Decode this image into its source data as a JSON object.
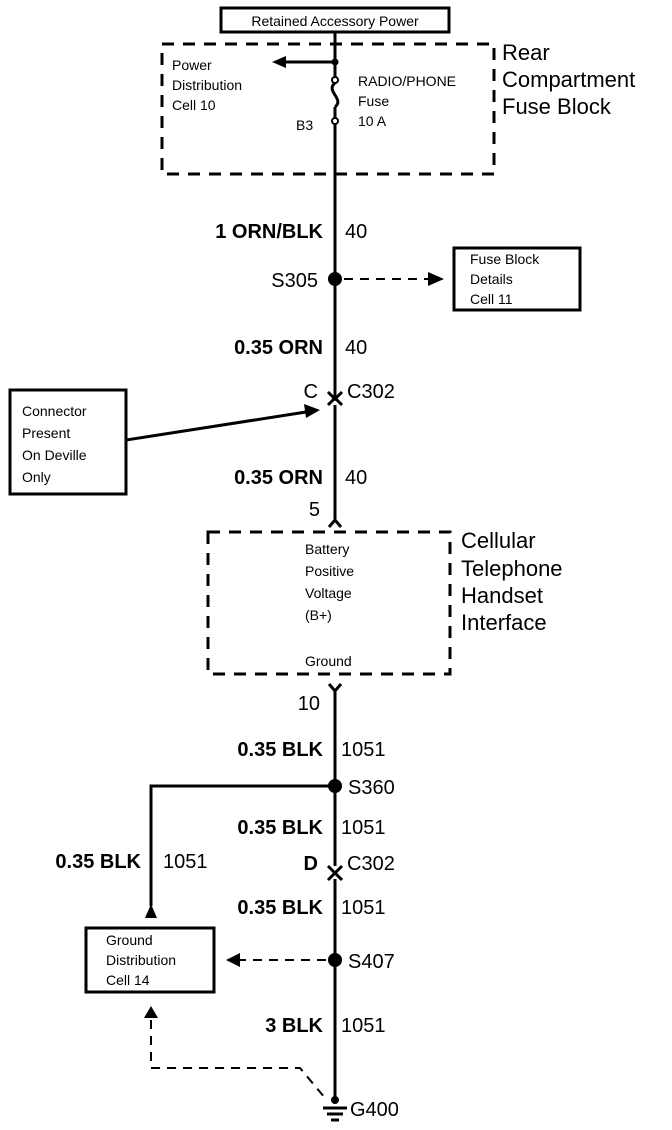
{
  "top_label": "Retained Accessory Power",
  "rear_fuse_block": {
    "name_lines": [
      "Rear",
      "Compartment",
      "Fuse Block"
    ],
    "power_dist_lines": [
      "Power",
      "Distribution",
      "Cell 10"
    ],
    "fuse_lines": [
      "RADIO/PHONE",
      "Fuse",
      "10 A"
    ],
    "terminal": "B3"
  },
  "wires": [
    {
      "gauge": "1 ORN/BLK",
      "circuit": "40"
    },
    {
      "gauge": "0.35 ORN",
      "circuit": "40"
    },
    {
      "gauge": "0.35 ORN",
      "circuit": "40"
    },
    {
      "gauge": "0.35 BLK",
      "circuit": "1051"
    },
    {
      "gauge": "0.35 BLK",
      "circuit": "1051"
    },
    {
      "gauge": "0.35 BLK",
      "circuit": "1051"
    },
    {
      "gauge": "0.35 BLK",
      "circuit": "1051"
    },
    {
      "gauge": "3 BLK",
      "circuit": "1051"
    }
  ],
  "splices": {
    "s305": "S305",
    "s360": "S360",
    "s407": "S407"
  },
  "fuse_details_lines": [
    "Fuse Block",
    "Details",
    "Cell 11"
  ],
  "connector_note_lines": [
    "Connector",
    "Present",
    "On Deville",
    "Only"
  ],
  "c302_upper": {
    "pin": "C",
    "name": "C302"
  },
  "c302_lower": {
    "pin": "D",
    "name": "C302"
  },
  "handset": {
    "name_lines": [
      "Cellular",
      "Telephone",
      "Handset",
      "Interface"
    ],
    "inner_lines": [
      "Battery",
      "Positive",
      "Voltage",
      "(B+)"
    ],
    "ground_label": "Ground",
    "pin_top": "5",
    "pin_bottom": "10"
  },
  "ground_dist_lines": [
    "Ground",
    "Distribution",
    "Cell 14"
  ],
  "ground": "G400"
}
